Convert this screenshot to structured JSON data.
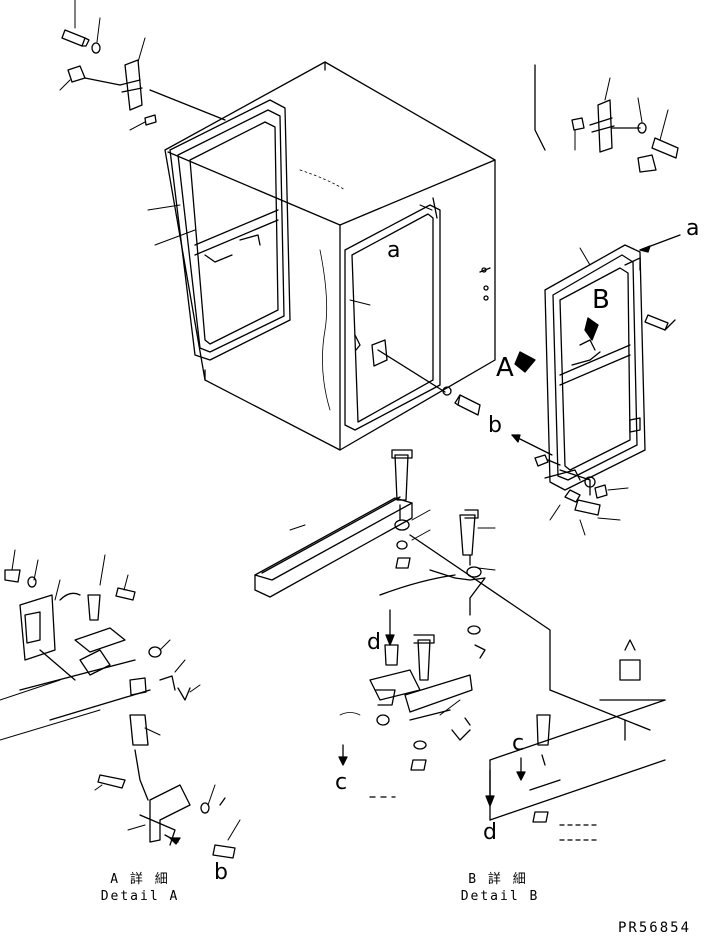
{
  "labels": {
    "a_upper": "a",
    "a_right": "a",
    "b_middle": "b",
    "b_detailA": "b",
    "A_big": "A",
    "B_big": "B",
    "c_left": "c",
    "c_right": "c",
    "d_left": "d",
    "d_right": "d"
  },
  "captions": {
    "detailA_jp": "A 詳 細",
    "detailA_en": "Detail A",
    "detailB_jp": "B 詳 細",
    "detailB_en": "Detail B"
  },
  "drawing_code": "PR56854"
}
